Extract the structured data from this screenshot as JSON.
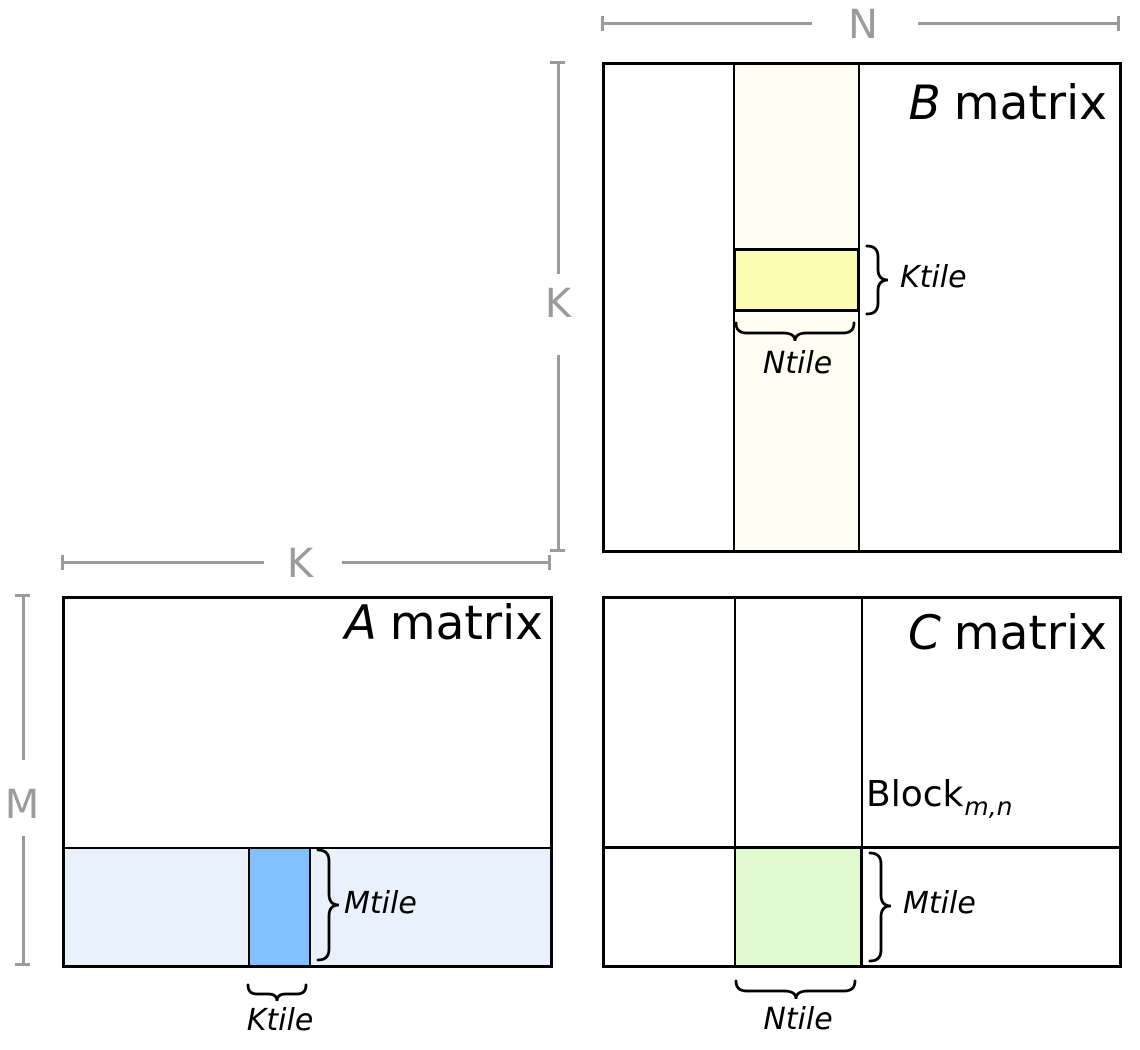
{
  "colors": {
    "b_strip": "#FEFEF2",
    "b_tile": "#FCFCB4",
    "a_strip": "#E9F2FC",
    "a_tile": "#81C1FE",
    "c_tile": "#E1FACD",
    "line": "#000000",
    "dim": "#9B9B9B"
  },
  "b_matrix": {
    "title_letter": "B",
    "title_word": "matrix",
    "ktile_label": "Ktile",
    "ntile_label": "Ntile"
  },
  "a_matrix": {
    "title_letter": "A",
    "title_word": "matrix",
    "mtile_label": "Mtile",
    "ktile_label": "Ktile"
  },
  "c_matrix": {
    "title_letter": "C",
    "title_word": "matrix",
    "block_label": "Block",
    "block_subscript": "m,n",
    "mtile_label": "Mtile",
    "ntile_label": "Ntile"
  },
  "dimensions": {
    "n_label": "N",
    "k_vertical_label": "K",
    "k_horizontal_label": "K",
    "m_label": "M"
  }
}
